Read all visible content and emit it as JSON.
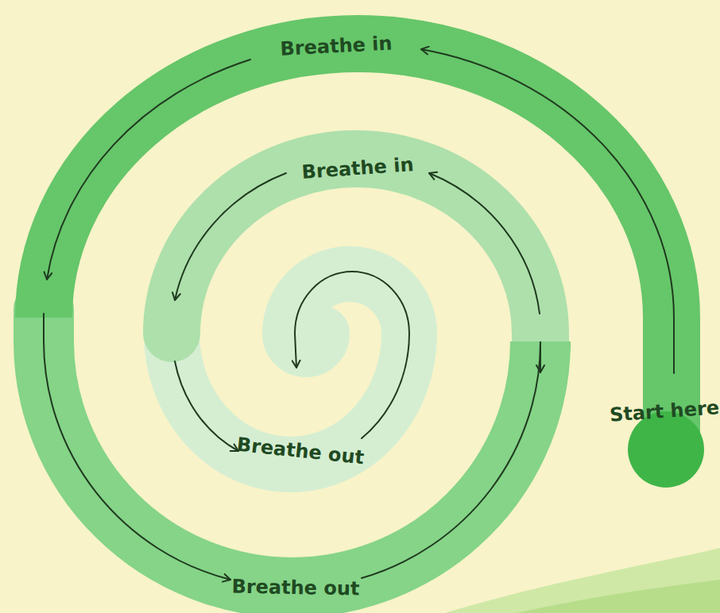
{
  "diagram": {
    "labels": [
      "Breathe in",
      "Breathe in",
      "Start here",
      "Breathe out",
      "Breathe out"
    ]
  }
}
